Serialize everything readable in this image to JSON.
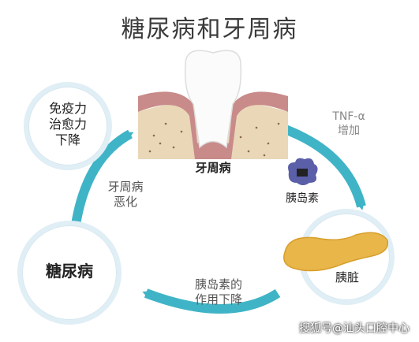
{
  "title": "糖尿病和牙周病",
  "nodes": {
    "immune": [
      "免疫力",
      "治愈力",
      "下降"
    ],
    "tooth_label": "牙周病",
    "diabetes": "糖尿病",
    "pancreas_label": "胰脏",
    "insulin_label": "胰岛素"
  },
  "arrows": {
    "tnf_line1": "TNF-α",
    "tnf_line2": "增加",
    "periodontal_line1": "牙周病",
    "periodontal_line2": "恶化",
    "insulin_line1": "胰岛素的",
    "insulin_line2": "作用下降"
  },
  "watermark": "搜狐号@汕头口腔中心",
  "colors": {
    "arrow": "#3fb4c6",
    "ring": "#e0eef5",
    "gum": "#c98a8a",
    "bone": "#e9d7b8",
    "pancreas": "#e9b64a",
    "insulin": "#5a5fa8"
  }
}
